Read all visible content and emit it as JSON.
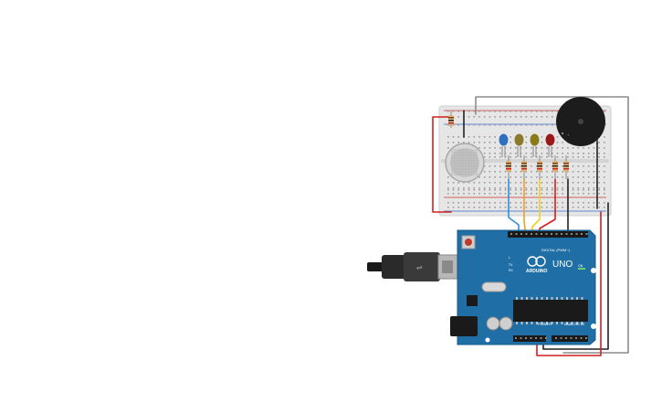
{
  "arduino": {
    "brand_text": "ARDUINO",
    "model_text": "UNO",
    "digital_label": "DIGITAL (PWM~)",
    "power_label": "POWER",
    "analog_label": "ANALOG IN",
    "tx_label": "TX",
    "rx_label": "RX",
    "l_label": "L",
    "on_label": "ON"
  },
  "colors": {
    "board": "#1f6ea6",
    "board_dark": "#155a8a",
    "breadboard": "#e6e6e6",
    "wire_red": "#d11f1f",
    "wire_black": "#222222",
    "wire_gray": "#8c8c8c",
    "wire_blue": "#2f8fd8",
    "wire_orange": "#f0a020",
    "wire_yellow": "#f0d020",
    "led_blue": "#2f6fbf",
    "led_olive1": "#8a7a2a",
    "led_olive2": "#8a7a1a",
    "led_red": "#9a1a1a"
  },
  "components": {
    "leds": [
      "blue-led",
      "olive-led",
      "olive-led",
      "red-led"
    ],
    "sensor": "gas-sensor",
    "buzzer": "piezo-buzzer",
    "resistors": 5
  }
}
